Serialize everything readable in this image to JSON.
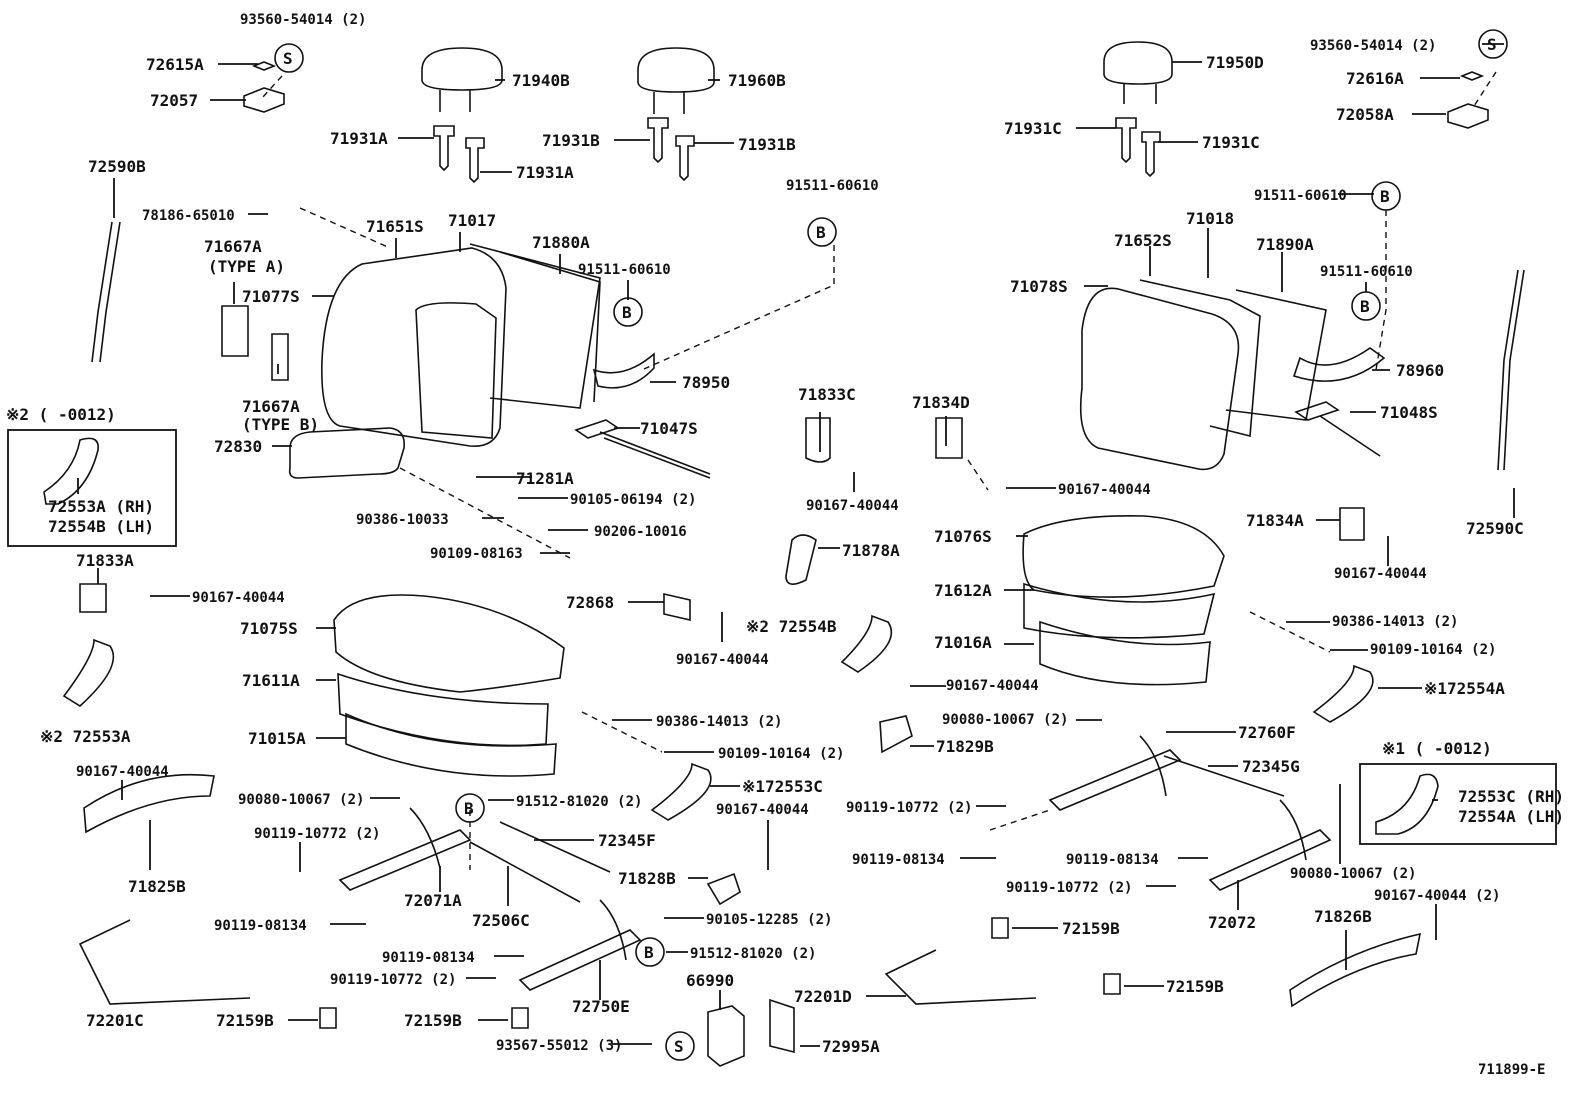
{
  "diagram": {
    "figure_code": "711899-E",
    "labels": [
      {
        "id": "l1",
        "text": "93560-54014 (2)"
      },
      {
        "id": "l2",
        "text": "72615A"
      },
      {
        "id": "l3",
        "text": "72057"
      },
      {
        "id": "l4",
        "text": "71940B"
      },
      {
        "id": "l5",
        "text": "71931A"
      },
      {
        "id": "l6",
        "text": "71931A"
      },
      {
        "id": "l7",
        "text": "71960B"
      },
      {
        "id": "l8",
        "text": "71931B"
      },
      {
        "id": "l9",
        "text": "71931B"
      },
      {
        "id": "l10",
        "text": "72590B"
      },
      {
        "id": "l11",
        "text": "78186-65010"
      },
      {
        "id": "l12",
        "text": "71651S"
      },
      {
        "id": "l13",
        "text": "71017"
      },
      {
        "id": "l14",
        "text": "71880A"
      },
      {
        "id": "l15",
        "text": "71667A"
      },
      {
        "id": "l16",
        "text": "(TYPE A)"
      },
      {
        "id": "l17",
        "text": "71077S"
      },
      {
        "id": "l18",
        "text": "91511-60610"
      },
      {
        "id": "l19",
        "text": "91511-60610"
      },
      {
        "id": "l20",
        "text": "78950"
      },
      {
        "id": "l21",
        "text": "71667A"
      },
      {
        "id": "l22",
        "text": "(TYPE B)"
      },
      {
        "id": "l23",
        "text": "72830"
      },
      {
        "id": "l24",
        "text": "71047S"
      },
      {
        "id": "l25",
        "text": "71281A"
      },
      {
        "id": "l26",
        "text": "90105-06194 (2)"
      },
      {
        "id": "l27",
        "text": "90386-10033"
      },
      {
        "id": "l28",
        "text": "90206-10016"
      },
      {
        "id": "l29",
        "text": "90109-08163"
      },
      {
        "id": "l30",
        "text": "71833A"
      },
      {
        "id": "l31",
        "text": "90167-40044"
      },
      {
        "id": "l32",
        "text": "71075S"
      },
      {
        "id": "l33",
        "text": "71611A"
      },
      {
        "id": "l34",
        "text": "71015A"
      },
      {
        "id": "l35",
        "text": "※2 72553A"
      },
      {
        "id": "l36",
        "text": "72868"
      },
      {
        "id": "l37",
        "text": "90167-40044"
      },
      {
        "id": "l38",
        "text": "90386-14013 (2)"
      },
      {
        "id": "l39",
        "text": "90109-10164 (2)"
      },
      {
        "id": "l40",
        "text": "※172553C"
      },
      {
        "id": "l41",
        "text": "90167-40044"
      },
      {
        "id": "l42",
        "text": "90080-10067 (2)"
      },
      {
        "id": "l43",
        "text": "91512-81020 (2)"
      },
      {
        "id": "l44",
        "text": "90119-10772 (2)"
      },
      {
        "id": "l45",
        "text": "72345F"
      },
      {
        "id": "l46",
        "text": "90167-40044"
      },
      {
        "id": "l47",
        "text": "71825B"
      },
      {
        "id": "l48",
        "text": "72071A"
      },
      {
        "id": "l49",
        "text": "72506C"
      },
      {
        "id": "l50",
        "text": "71828B"
      },
      {
        "id": "l51",
        "text": "90119-08134"
      },
      {
        "id": "l52",
        "text": "90105-12285 (2)"
      },
      {
        "id": "l53",
        "text": "90119-08134"
      },
      {
        "id": "l54",
        "text": "91512-81020 (2)"
      },
      {
        "id": "l55",
        "text": "90119-10772 (2)"
      },
      {
        "id": "l56",
        "text": "72750E"
      },
      {
        "id": "l57",
        "text": "66990"
      },
      {
        "id": "l58",
        "text": "72201C"
      },
      {
        "id": "l59",
        "text": "72159B"
      },
      {
        "id": "l60",
        "text": "72159B"
      },
      {
        "id": "l61",
        "text": "93567-55012 (3)"
      },
      {
        "id": "l62",
        "text": "72995A"
      },
      {
        "id": "l63",
        "text": "72201D"
      },
      {
        "id": "l64",
        "text": "71833C"
      },
      {
        "id": "l65",
        "text": "90167-40044"
      },
      {
        "id": "l66",
        "text": "71878A"
      },
      {
        "id": "l67",
        "text": "※2 72554B"
      },
      {
        "id": "l68",
        "text": "71834D"
      },
      {
        "id": "l69",
        "text": "90167-40044"
      },
      {
        "id": "l70",
        "text": "90167-40044"
      },
      {
        "id": "l71",
        "text": "71829B"
      },
      {
        "id": "l72",
        "text": "71950D"
      },
      {
        "id": "l73",
        "text": "71931C"
      },
      {
        "id": "l74",
        "text": "71931C"
      },
      {
        "id": "l75",
        "text": "93560-54014 (2)"
      },
      {
        "id": "l76",
        "text": "72616A"
      },
      {
        "id": "l77",
        "text": "72058A"
      },
      {
        "id": "l78",
        "text": "91511-60610"
      },
      {
        "id": "l79",
        "text": "71018"
      },
      {
        "id": "l80",
        "text": "71652S"
      },
      {
        "id": "l81",
        "text": "71890A"
      },
      {
        "id": "l82",
        "text": "71078S"
      },
      {
        "id": "l83",
        "text": "91511-60610"
      },
      {
        "id": "l84",
        "text": "78960"
      },
      {
        "id": "l85",
        "text": "71048S"
      },
      {
        "id": "l86",
        "text": "71076S"
      },
      {
        "id": "l87",
        "text": "71834A"
      },
      {
        "id": "l88",
        "text": "90167-40044"
      },
      {
        "id": "l89",
        "text": "72590C"
      },
      {
        "id": "l90",
        "text": "71612A"
      },
      {
        "id": "l91",
        "text": "71016A"
      },
      {
        "id": "l92",
        "text": "90386-14013 (2)"
      },
      {
        "id": "l93",
        "text": "90109-10164 (2)"
      },
      {
        "id": "l94",
        "text": "※172554A"
      },
      {
        "id": "l95",
        "text": "90080-10067 (2)"
      },
      {
        "id": "l96",
        "text": "72760F"
      },
      {
        "id": "l97",
        "text": "72345G"
      },
      {
        "id": "l98",
        "text": "90119-10772 (2)"
      },
      {
        "id": "l99",
        "text": "90119-08134"
      },
      {
        "id": "l100",
        "text": "90119-08134"
      },
      {
        "id": "l101",
        "text": "90119-10772 (2)"
      },
      {
        "id": "l102",
        "text": "72072"
      },
      {
        "id": "l103",
        "text": "90080-10067 (2)"
      },
      {
        "id": "l104",
        "text": "90167-40044 (2)"
      },
      {
        "id": "l105",
        "text": "71826B"
      },
      {
        "id": "l106",
        "text": "72159B"
      },
      {
        "id": "l107",
        "text": "72159B"
      }
    ],
    "callouts": {
      "s_symbol": "S",
      "b_symbol": "B"
    },
    "insets": [
      {
        "title": "※2 (       -0012)",
        "lines": [
          "72553A (RH)",
          "72554B (LH)"
        ]
      },
      {
        "title": "※1 (       -0012)",
        "lines": [
          "72553C (RH)",
          "72554A (LH)"
        ]
      }
    ]
  }
}
